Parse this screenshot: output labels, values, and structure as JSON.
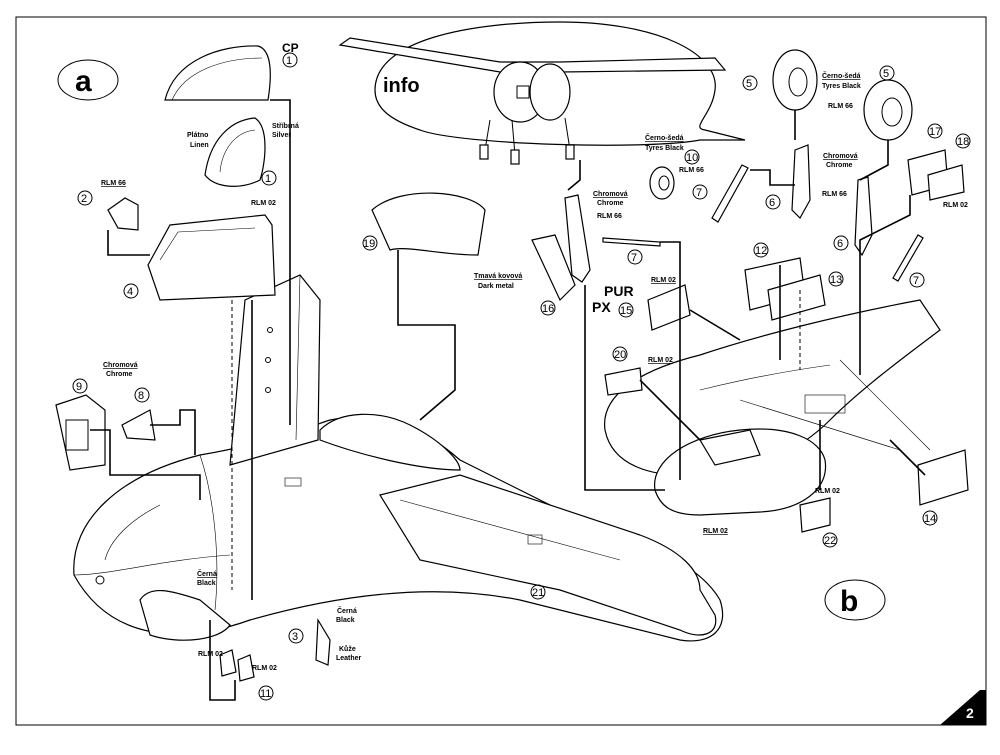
{
  "sheet": {
    "view_a": "a",
    "view_b": "b",
    "info": "info",
    "page_number": "2",
    "cp": "CP",
    "pur": "PUR",
    "px": "PX"
  },
  "callouts": {
    "c1a": "1",
    "c1b": "1",
    "c2": "2",
    "c3": "3",
    "c4": "4",
    "c5a": "5",
    "c5b": "5",
    "c6a": "6",
    "c6b": "6",
    "c7a": "7",
    "c7b": "7",
    "c7c": "7",
    "c8": "8",
    "c9": "9",
    "c10": "10",
    "c11": "11",
    "c12": "12",
    "c13": "13",
    "c14": "14",
    "c15": "15",
    "c16": "16",
    "c17": "17",
    "c18": "18",
    "c19": "19",
    "c20": "20",
    "c21": "21",
    "c22": "22"
  },
  "labels": {
    "stribrna": "Stříbrná",
    "silver": "Silver",
    "platno": "Plátno",
    "linen": "Linen",
    "rlm66": "RLM 66",
    "rlm02": "RLM 02",
    "chromova": "Chromová",
    "chrome": "Chrome",
    "cerna": "Černá",
    "black": "Black",
    "kuze": "Kůže",
    "leather": "Leather",
    "tmava_kovova": "Tmavá kovová",
    "dark_metal": "Dark metal",
    "cerno_seda": "Černo-šedá",
    "tyres_black": "Tyres Black"
  }
}
